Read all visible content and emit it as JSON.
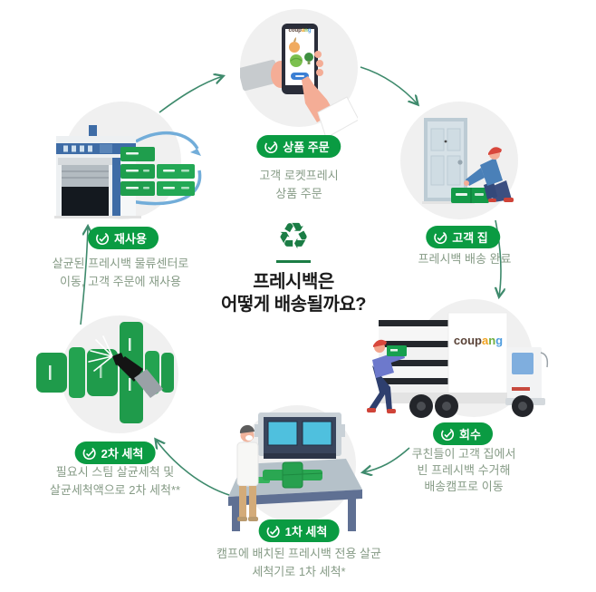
{
  "center": {
    "recycle_symbol": "♻",
    "title_lines": [
      "프레시백은",
      "어떻게 배송될까요?"
    ]
  },
  "brand": {
    "name": "coupang",
    "logo_letters": [
      {
        "ch": "c",
        "color": "#5a4338"
      },
      {
        "ch": "o",
        "color": "#5a4338"
      },
      {
        "ch": "u",
        "color": "#5a4338"
      },
      {
        "ch": "p",
        "color": "#5a4338"
      },
      {
        "ch": "a",
        "color": "#f0a11f"
      },
      {
        "ch": "n",
        "color": "#6fae3f"
      },
      {
        "ch": "g",
        "color": "#4f9ddf"
      }
    ]
  },
  "stages": {
    "order": {
      "label": "상품 주문",
      "desc": [
        "고객 로켓프레시",
        "상품 주문"
      ]
    },
    "home": {
      "label": "고객 집",
      "desc": [
        "프레시백 배송 완료"
      ]
    },
    "collect": {
      "label": "회수",
      "desc": [
        "쿠친들이 고객 집에서",
        "빈 프레시백 수거해",
        "배송캠프로 이동"
      ]
    },
    "wash1": {
      "label": "1차 세척",
      "desc": [
        "캠프에 배치된 프레시백 전용 살균",
        "세척기로 1차 세척*"
      ]
    },
    "wash2": {
      "label": "2차 세척",
      "desc": [
        "필요시 스팀 살균세척 및",
        "살균세척액으로 2차 세척**"
      ]
    },
    "reuse": {
      "label": "재사용",
      "desc": [
        "살균된 프레시백 물류센터로",
        "이동, 고객 주문에 재사용"
      ]
    }
  },
  "colors": {
    "badge_green": "#0a9b42",
    "recycle_green": "#1b7d45",
    "bag_green": "#1f9b4b",
    "desc_text": "#869b86",
    "title_text": "#1b1b1b",
    "arrow": "#3e8a6c",
    "circle_bg": "#f0f0f0",
    "cycle_arrow_blue": "#72add9"
  }
}
